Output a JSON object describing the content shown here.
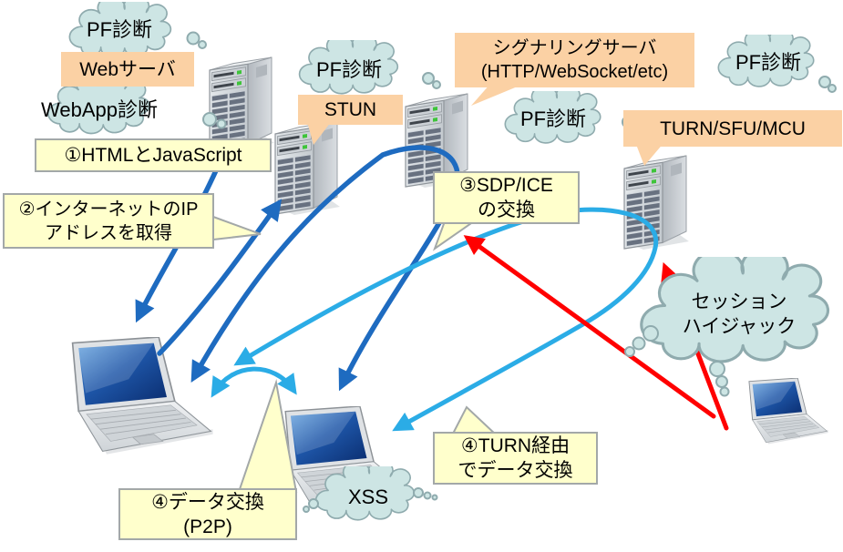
{
  "clouds": {
    "pf_top_left": "PF診断",
    "webapp": "WebApp診断",
    "pf_stun": "PF診断",
    "pf_right": "PF診断",
    "pf_mid": "PF診断",
    "session_hijack_line1": "セッション",
    "session_hijack_line2": "ハイジャック",
    "xss": "XSS"
  },
  "servers": {
    "web": "Webサーバ",
    "stun": "STUN",
    "signaling_line1": "シグナリングサーバ",
    "signaling_line2": "(HTTP/WebSocket/etc)",
    "turn": "TURN/SFU/MCU"
  },
  "steps": {
    "s1": "①HTMLとJavaScript",
    "s2_line1": "②インターネットのIP",
    "s2_line2": "アドレスを取得",
    "s3_line1": "③SDP/ICE",
    "s3_line2": "の交換",
    "s4_turn_line1": "④TURN経由",
    "s4_turn_line2": "でデータ交換",
    "s4_p2p_line1": "④データ交換",
    "s4_p2p_line2": "(P2P)"
  },
  "colors": {
    "cloud_fill": "#CDE5E4",
    "cloud_stroke": "#8FABAE",
    "orange_callout": "#FBD1A4",
    "yellow_callout": "#FFFFCC",
    "yellow_border": "#A3A8A8",
    "arrow_dark_blue": "#1E6BC0",
    "arrow_cyan": "#2BACE6",
    "arrow_red": "#FF0000",
    "server_led_green": "#3EC43A"
  }
}
